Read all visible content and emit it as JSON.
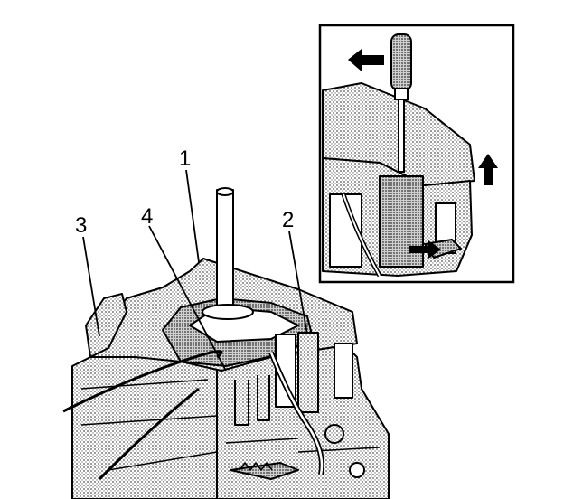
{
  "callouts": [
    {
      "id": "1",
      "label": "1"
    },
    {
      "id": "2",
      "label": "2"
    },
    {
      "id": "3",
      "label": "3"
    },
    {
      "id": "4",
      "label": "4"
    }
  ],
  "colors": {
    "line": "#000000",
    "stipple": "#9a9a9a",
    "background": "#ffffff"
  },
  "icons": [
    "screwdriver-icon",
    "arrow-left-icon",
    "arrow-up-icon",
    "arrow-right-icon"
  ]
}
